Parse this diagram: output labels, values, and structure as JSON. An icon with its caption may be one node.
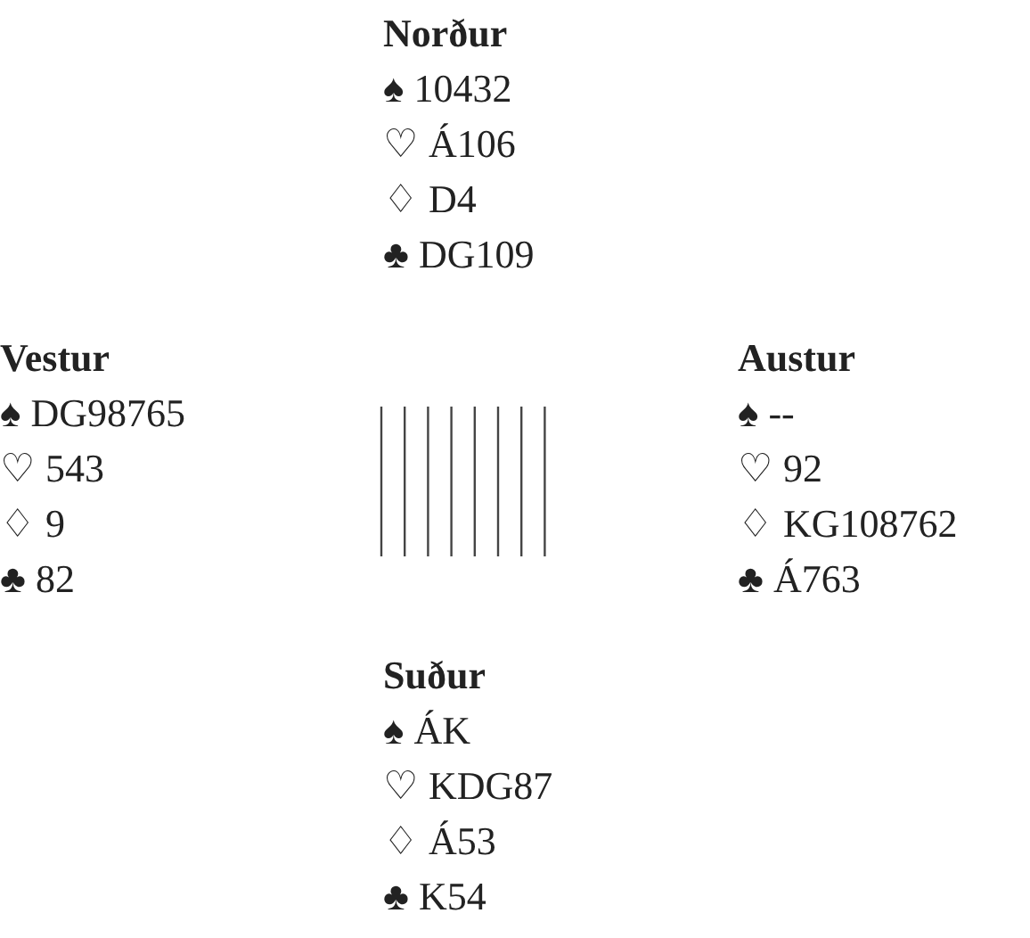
{
  "diagram": {
    "nodes": [
      {
        "text": [
          "Norður",
          "♠ 10432",
          "♡ Á106",
          "♢ D4",
          "♣ DG109"
        ]
      },
      {
        "text": [
          "Vestur",
          "♠ DG98765",
          "♡ 543",
          "♢ 9",
          "♣ 82"
        ]
      },
      {
        "text": [
          "Austur",
          "♠ --",
          "♡ 92",
          "♢ KG108762",
          "♣ Á763"
        ]
      },
      {
        "text": [
          "Suður",
          "♠ ÁK",
          "♡ KDG87",
          "♢ Á53",
          "♣ K54"
        ]
      }
    ]
  }
}
